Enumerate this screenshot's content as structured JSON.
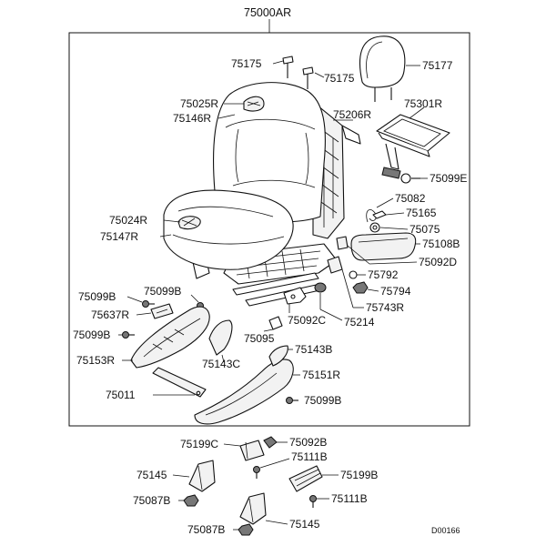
{
  "assembly": {
    "number": "75000AR"
  },
  "callouts": [
    {
      "id": "75175-a",
      "text": "75175"
    },
    {
      "id": "75175-b",
      "text": "75175"
    },
    {
      "id": "75177",
      "text": "75177"
    },
    {
      "id": "75025R",
      "text": "75025R"
    },
    {
      "id": "75146R",
      "text": "75146R"
    },
    {
      "id": "75206R",
      "text": "75206R"
    },
    {
      "id": "75301R",
      "text": "75301R"
    },
    {
      "id": "75099E",
      "text": "75099E"
    },
    {
      "id": "75082",
      "text": "75082"
    },
    {
      "id": "75165",
      "text": "75165"
    },
    {
      "id": "75075",
      "text": "75075"
    },
    {
      "id": "75108B",
      "text": "75108B"
    },
    {
      "id": "75092D",
      "text": "75092D"
    },
    {
      "id": "75024R",
      "text": "75024R"
    },
    {
      "id": "75147R",
      "text": "75147R"
    },
    {
      "id": "75792",
      "text": "75792"
    },
    {
      "id": "75794",
      "text": "75794"
    },
    {
      "id": "75743R",
      "text": "75743R"
    },
    {
      "id": "75214",
      "text": "75214"
    },
    {
      "id": "75099B-a",
      "text": "75099B"
    },
    {
      "id": "75099B-b",
      "text": "75099B"
    },
    {
      "id": "75637R",
      "text": "75637R"
    },
    {
      "id": "75092C",
      "text": "75092C"
    },
    {
      "id": "75099B-c",
      "text": "75099B"
    },
    {
      "id": "75095",
      "text": "75095"
    },
    {
      "id": "75143B",
      "text": "75143B"
    },
    {
      "id": "75153R",
      "text": "75153R"
    },
    {
      "id": "75143C",
      "text": "75143C"
    },
    {
      "id": "75151R",
      "text": "75151R"
    },
    {
      "id": "75011",
      "text": "75011"
    },
    {
      "id": "75099B-d",
      "text": "75099B"
    },
    {
      "id": "75199C",
      "text": "75199C"
    },
    {
      "id": "75092B",
      "text": "75092B"
    },
    {
      "id": "75111B-a",
      "text": "75111B"
    },
    {
      "id": "75145-a",
      "text": "75145"
    },
    {
      "id": "75199B",
      "text": "75199B"
    },
    {
      "id": "75087B-a",
      "text": "75087B"
    },
    {
      "id": "75111B-b",
      "text": "75111B"
    },
    {
      "id": "75087B-b",
      "text": "75087B"
    },
    {
      "id": "75145-b",
      "text": "75145"
    }
  ],
  "drawing_code": "D00166"
}
